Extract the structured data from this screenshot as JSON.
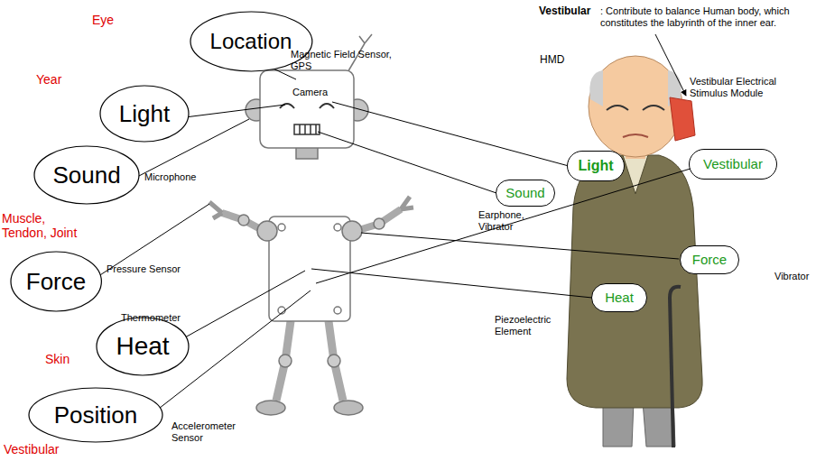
{
  "diagram": {
    "nodes": [
      {
        "text": [
          "Location"
        ]
      },
      {
        "text": [
          "Light"
        ]
      },
      {
        "text": [
          "Sound"
        ]
      },
      {
        "text": [
          "Force"
        ]
      },
      {
        "text": [
          "Heat"
        ]
      },
      {
        "text": [
          "Position"
        ]
      },
      {
        "text": [
          "Light"
        ]
      },
      {
        "text": [
          "Sound"
        ]
      },
      {
        "text": [
          "Vestibular"
        ]
      },
      {
        "text": [
          "Force"
        ]
      },
      {
        "text": [
          "Heat"
        ]
      }
    ],
    "labels": [
      "Vestibular",
      ": Contribute to balance Human body, which constitutes the labyrinth of the inner ear.",
      "Eye",
      "Magnetic Field Sensor, GPS",
      "Year",
      "Camera",
      "HMD",
      "Vestibular Electrical Stimulus Module",
      "Microphone",
      "Earphone, Vibrator",
      "Muscle, Tendon, Joint",
      "Pressure Sensor",
      "Vibrator",
      "Thermometer",
      "Piezoelectric Element",
      "Skin",
      "Accelerometer Sensor",
      "Vestibular"
    ]
  }
}
